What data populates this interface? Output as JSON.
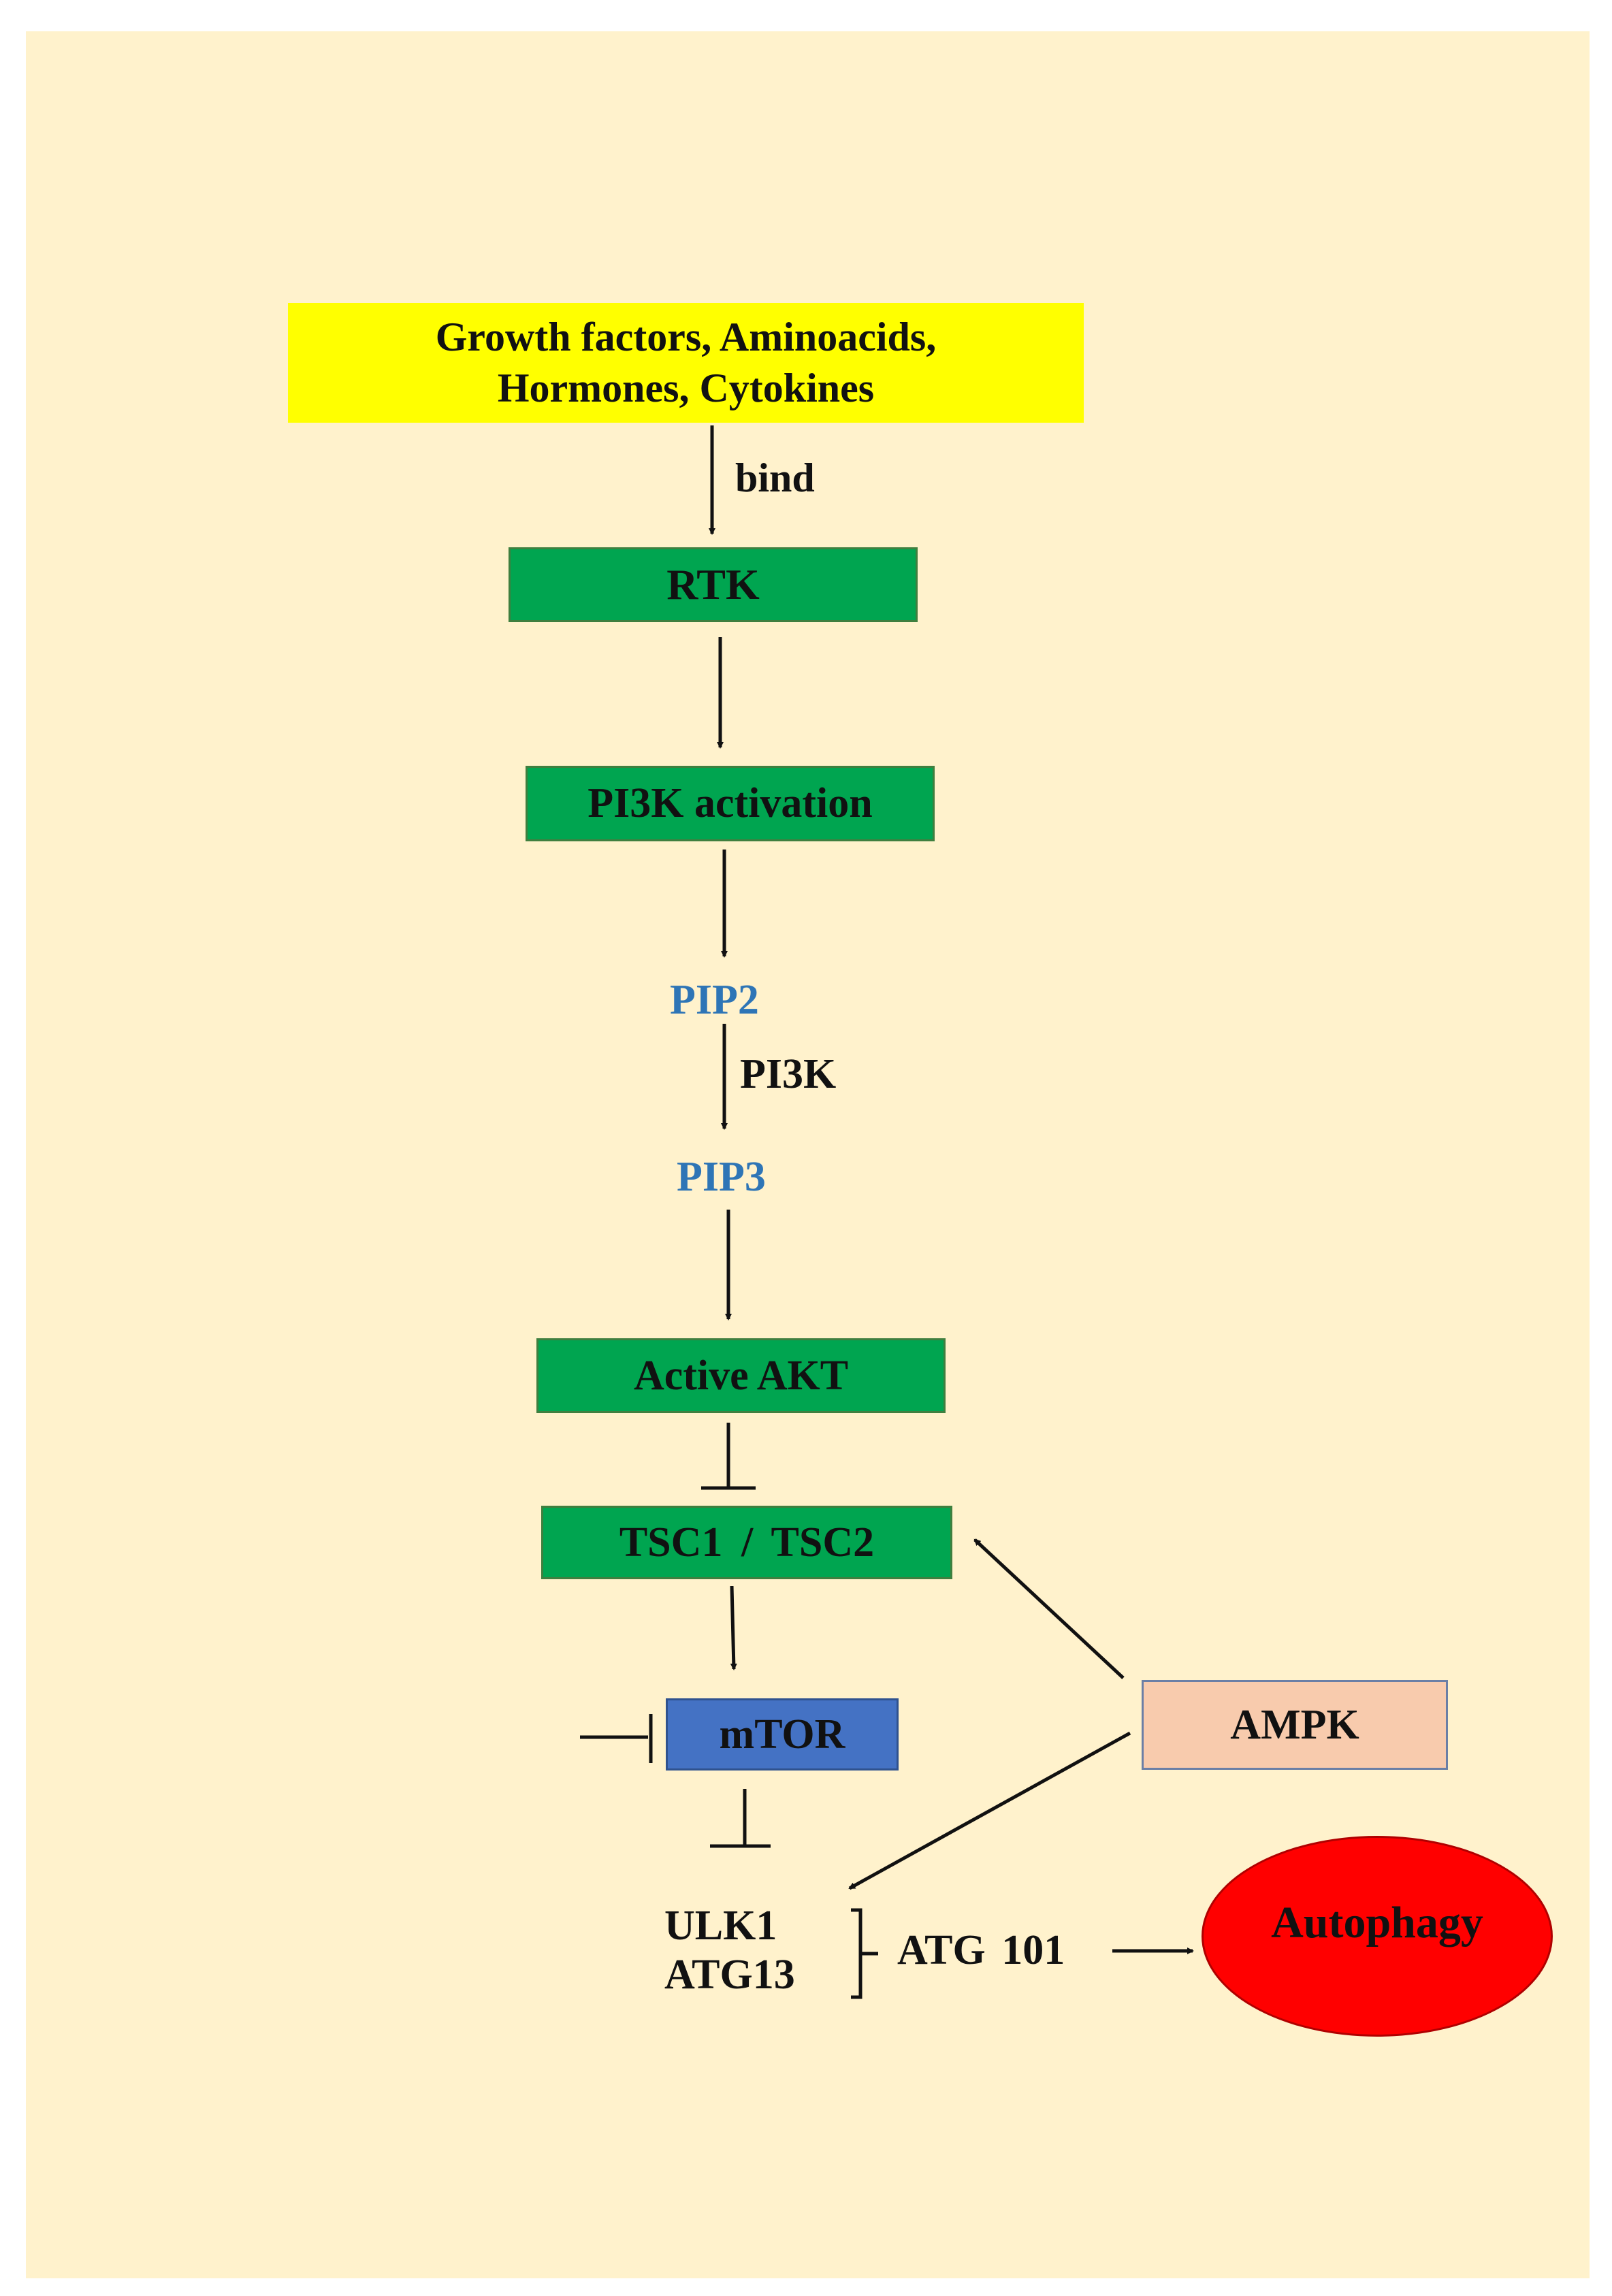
{
  "nodes": {
    "inputs": {
      "line1": "Growth factors, Aminoacids,",
      "line2": "Hormones, Cytokines"
    },
    "rtk": "RTK",
    "pi3k_activation": "PI3K activation",
    "pip2": "PIP2",
    "pip3": "PIP3",
    "active_akt": "Active AKT",
    "tsc": "TSC1 / TSC2",
    "mtor": "mTOR",
    "ampk": "AMPK",
    "ulk1": "ULK1",
    "atg13": "ATG13",
    "atg101": "ATG 101",
    "autophagy": "Autophagy"
  },
  "edge_labels": {
    "bind": "bind",
    "pi3k": "PI3K"
  },
  "colors": {
    "background": "#fff2cc",
    "input_box": "#ffff00",
    "pathway_box": "#00a550",
    "mtor_box": "#4472c4",
    "ampk_box": "#f8cbad",
    "autophagy": "#ff0000",
    "phospholipid_text": "#2e75b6"
  }
}
